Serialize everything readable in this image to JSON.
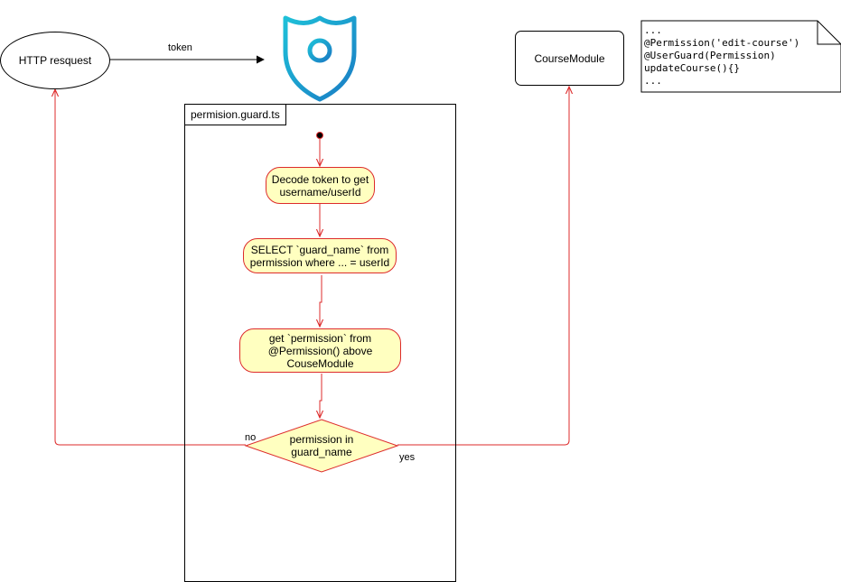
{
  "nodes": {
    "http_request": "HTTP resquest",
    "course_module": "CourseModule",
    "frame_title": "permision.guard.ts",
    "decode_token": "Decode token to get username/userId",
    "select_guard": "SELECT `guard_name` from permission where ... = userId",
    "get_permission": "get `permission` from @Permission() above CouseModule",
    "decision": "permission in guard_name"
  },
  "edges": {
    "token_label": "token",
    "no_label": "no",
    "yes_label": "yes"
  },
  "note": {
    "lines": [
      "...",
      "@Permission('edit-course')",
      "@UserGuard(Permission)",
      "updateCourse(){}",
      "..."
    ]
  },
  "colors": {
    "flow_red": "#dd2b2b",
    "activity_fill": "#ffffc0",
    "shield_gradient_start": "#1ec0d8",
    "shield_gradient_end": "#1a7cc4"
  },
  "icons": {
    "shield": "shield-lock-icon"
  }
}
